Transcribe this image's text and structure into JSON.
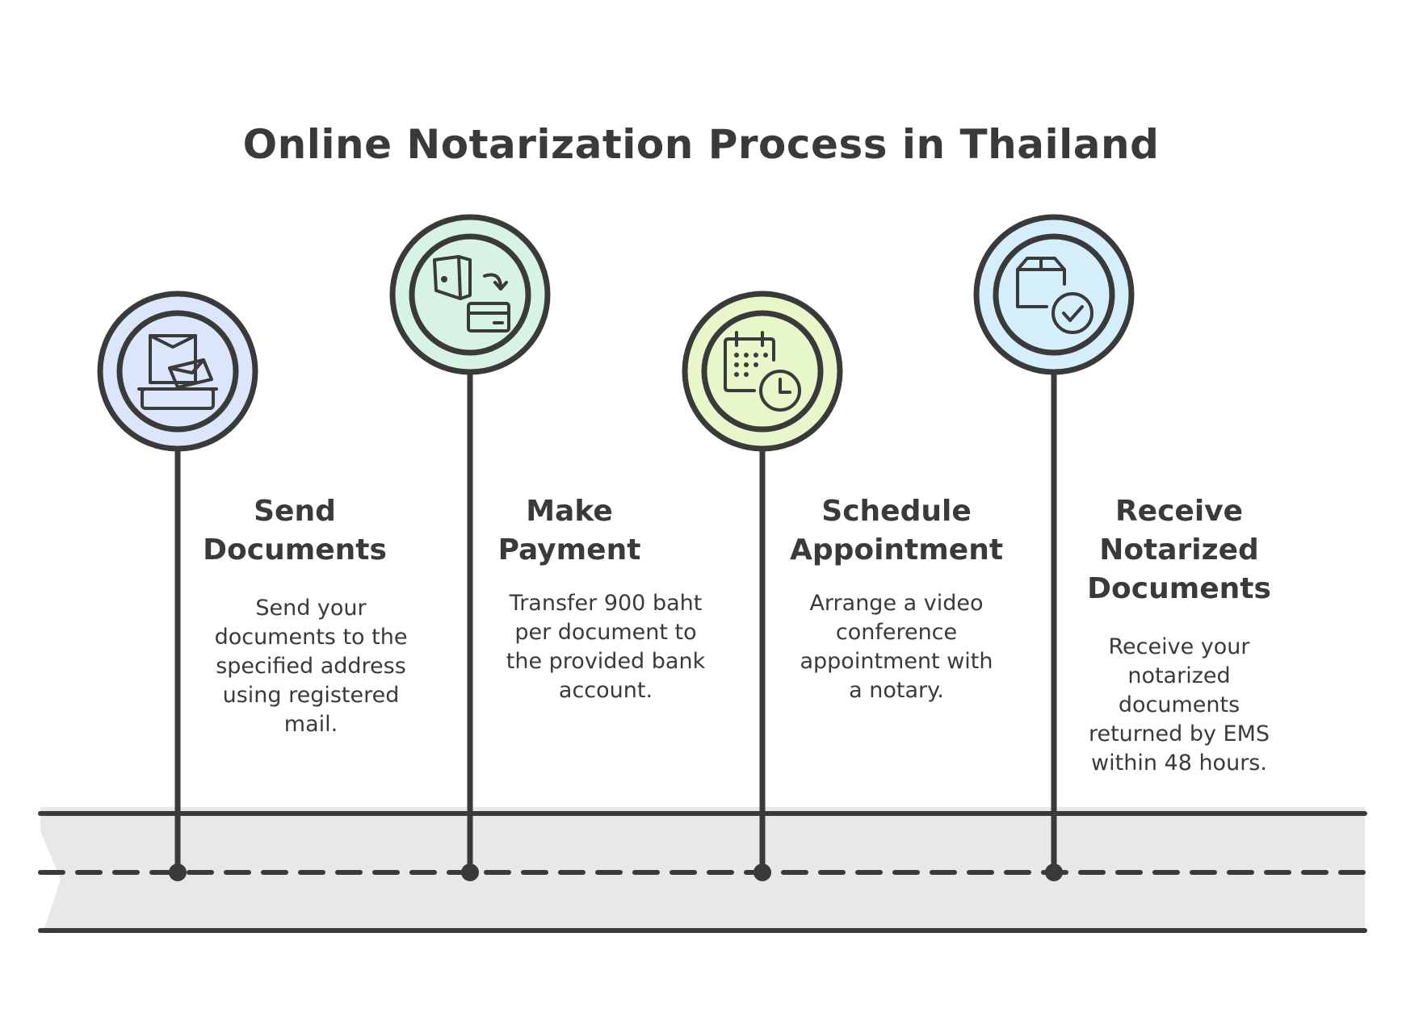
{
  "title": "Online Notarization Process in Thailand",
  "colors": {
    "ink": "#3a3a3a",
    "road": "#e8e8e8",
    "step1_fill": "#dbe6fb",
    "step2_fill": "#d6f3e4",
    "step3_fill": "#e7f7c9",
    "step4_fill": "#d4eefb"
  },
  "steps": [
    {
      "title_lines": [
        "Send",
        "Documents"
      ],
      "desc_lines": [
        "Send your",
        "documents to the",
        "specified address",
        "using registered",
        "mail."
      ],
      "icon": "mail-package-icon"
    },
    {
      "title_lines": [
        "Make",
        "Payment"
      ],
      "desc_lines": [
        "Transfer 900 baht",
        "per document to",
        "the provided bank",
        "account."
      ],
      "icon": "bank-transfer-icon"
    },
    {
      "title_lines": [
        "Schedule",
        "Appointment"
      ],
      "desc_lines": [
        "Arrange a video",
        "conference",
        "appointment with",
        "a notary."
      ],
      "icon": "calendar-clock-icon"
    },
    {
      "title_lines": [
        "Receive",
        "Notarized",
        "Documents"
      ],
      "desc_lines": [
        "Receive your",
        "notarized",
        "documents",
        "returned by EMS",
        "within 48 hours."
      ],
      "icon": "package-check-icon"
    }
  ]
}
